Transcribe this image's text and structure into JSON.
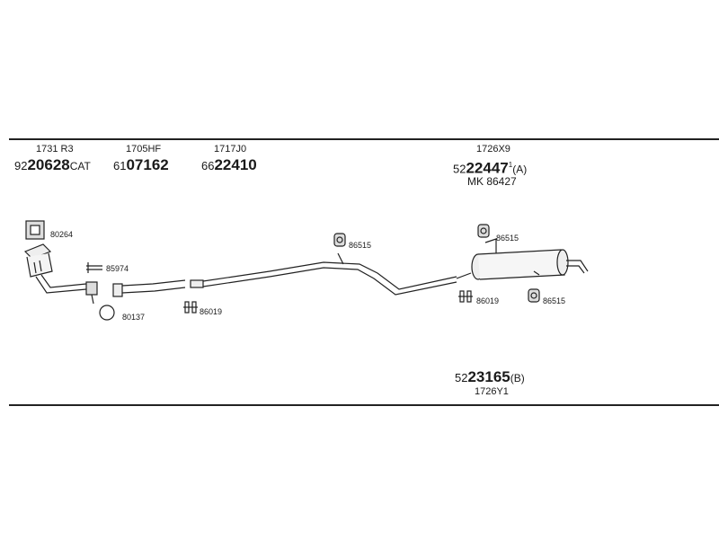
{
  "top_parts": [
    {
      "code": "1731 R3",
      "prefix": "92",
      "main": "20628",
      "suffix": "CAT"
    },
    {
      "code": "1705HF",
      "prefix": "61",
      "main": "07162",
      "suffix": ""
    },
    {
      "code": "1717J0",
      "prefix": "66",
      "main": "22410",
      "suffix": ""
    },
    {
      "code": "1726X9",
      "prefix": "52",
      "main": "22447",
      "sup": "1",
      "suffix": "(A)"
    }
  ],
  "mk_line": "MK  86427",
  "bottom_part": {
    "prefix": "52",
    "main": "23165",
    "suffix": "(B)",
    "code": "1726Y1"
  },
  "small_parts": {
    "p80264": "80264",
    "p85974": "85974",
    "p80137": "80137",
    "p86019a": "86019",
    "p86515a": "86515",
    "p86515b": "86515",
    "p86019b": "86019",
    "p86515c": "86515"
  }
}
